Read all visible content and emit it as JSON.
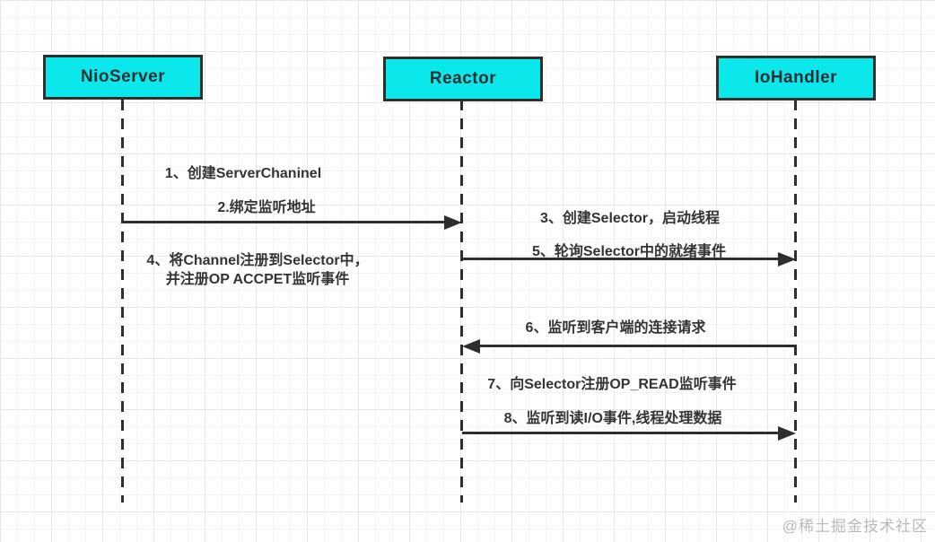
{
  "diagram": {
    "type": "sequence-diagram",
    "actors": [
      {
        "label": "NioServer"
      },
      {
        "label": "Reactor"
      },
      {
        "label": "IoHandler"
      }
    ],
    "messages": [
      {
        "id": "1",
        "from": "NioServer",
        "to": "Reactor",
        "label": "1、创建ServerChaninel"
      },
      {
        "id": "2",
        "from": "NioServer",
        "to": "Reactor",
        "label": "2.绑定监听地址"
      },
      {
        "id": "3",
        "from": "Reactor",
        "to": "IoHandler",
        "label": "3、创建Selector，启动线程"
      },
      {
        "id": "4",
        "from": "NioServer",
        "to": "Reactor",
        "label_line1": "4、将Channel注册到Selector中，",
        "label_line2": "并注册OP ACCPET监听事件"
      },
      {
        "id": "5",
        "from": "Reactor",
        "to": "IoHandler",
        "label": "5、轮询Selector中的就绪事件"
      },
      {
        "id": "6",
        "from": "IoHandler",
        "to": "Reactor",
        "label": "6、监听到客户端的连接请求"
      },
      {
        "id": "7",
        "from": "Reactor",
        "to": "IoHandler",
        "label": "7、向Selector注册OP_READ监听事件"
      },
      {
        "id": "8",
        "from": "Reactor",
        "to": "IoHandler",
        "label": "8、监听到读I/O事件,线程处理数据"
      }
    ],
    "colors": {
      "actor_fill": "#0ae8ec",
      "stroke": "#2e2e2e",
      "label_text": "#333333",
      "watermark_text": "#b9b9b9",
      "grid_minor": "#f4f4f4",
      "grid_major": "#e7e7e7"
    },
    "watermark": "@稀土掘金技术社区"
  }
}
